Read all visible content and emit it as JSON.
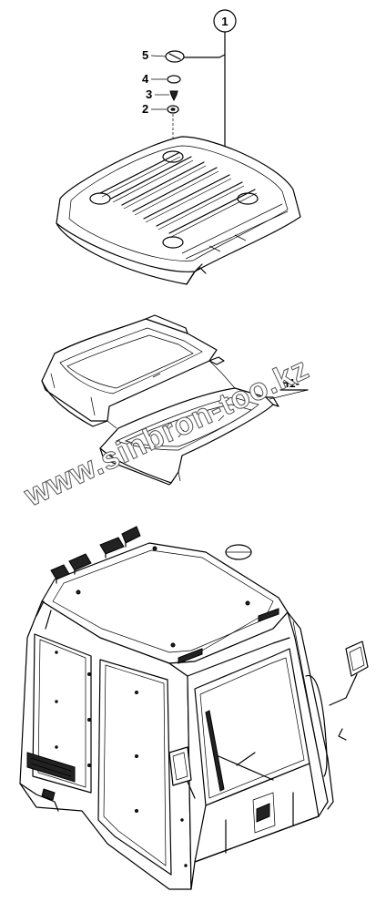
{
  "callouts": {
    "assembly": "1",
    "item5": "5",
    "item4": "4",
    "item3": "3",
    "item2": "2",
    "h1": "H1-"
  },
  "watermark": "www.sinbron-too.kz",
  "colors": {
    "line": "#000000",
    "background": "#ffffff",
    "watermark_outline": "#555555"
  }
}
